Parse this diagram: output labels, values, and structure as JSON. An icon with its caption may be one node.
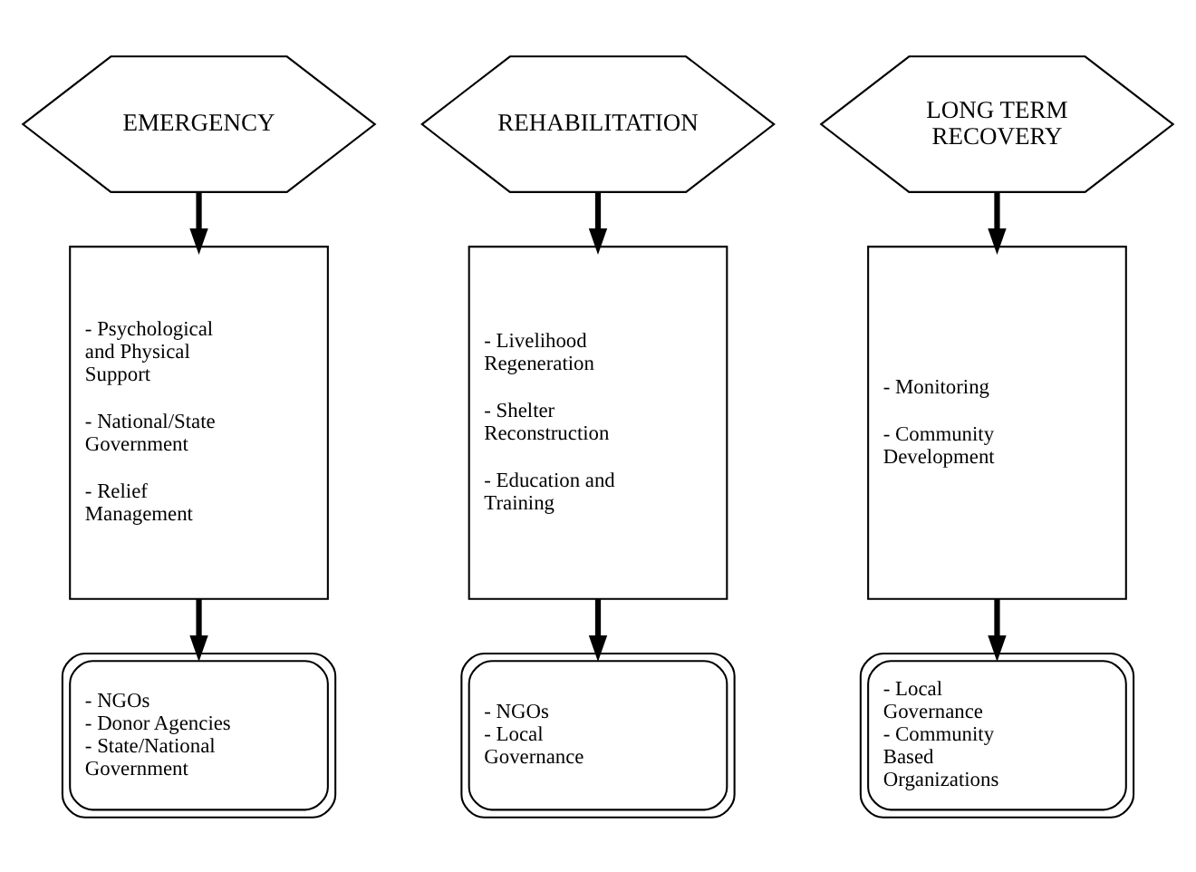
{
  "diagram": {
    "nodes": [
      {
        "text": [
          "EMERGENCY"
        ]
      },
      {
        "text": [
          "REHABILITATION"
        ]
      },
      {
        "text": [
          "LONG TERM RECOVERY"
        ]
      },
      {
        "text": [
          "- Psychological and Physical Support",
          "- National/State Government",
          "- Relief Management"
        ]
      },
      {
        "text": [
          "- Livelihood Regeneration",
          "- Shelter Reconstruction",
          "- Education and Training"
        ]
      },
      {
        "text": [
          "- Monitoring",
          "- Community Development"
        ]
      },
      {
        "text": [
          "- NGOs",
          "- Donor Agencies",
          "- State/National Government"
        ]
      },
      {
        "text": [
          "- NGOs",
          "- Local Governance"
        ]
      },
      {
        "text": [
          "- Local Governance",
          "- Community Based Organizations"
        ]
      }
    ],
    "edges": [
      {
        "from": 0,
        "to": 3,
        "arrow": "to"
      },
      {
        "from": 3,
        "to": 6,
        "arrow": "to"
      },
      {
        "from": 1,
        "to": 4,
        "arrow": "to"
      },
      {
        "from": 4,
        "to": 7,
        "arrow": "to"
      },
      {
        "from": 2,
        "to": 5,
        "arrow": "to"
      },
      {
        "from": 5,
        "to": 8,
        "arrow": "to"
      }
    ]
  }
}
